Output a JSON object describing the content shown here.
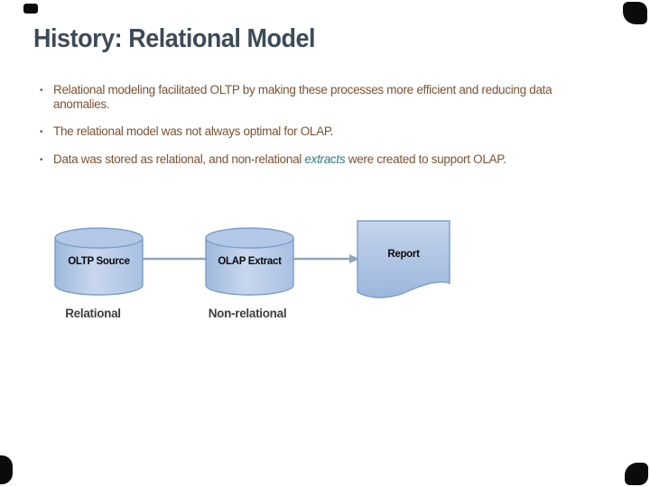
{
  "slide": {
    "title": "History: Relational Model",
    "bullet_glyph": "•",
    "bullets": [
      {
        "text": "Relational modeling facilitated OLTP by making these processes more efficient and reducing data anomalies."
      },
      {
        "text": "The relational model was not always optimal for OLAP."
      },
      {
        "before": "Data was stored as relational, and non-relational ",
        "emphasis": "extracts",
        "after": " were created to support OLAP."
      }
    ]
  },
  "diagram": {
    "nodes": [
      {
        "id": "oltp-source",
        "type": "cylinder",
        "label": "OLTP Source",
        "sublabel": "Relational"
      },
      {
        "id": "olap-extract",
        "type": "cylinder",
        "label": "OLAP Extract",
        "sublabel": "Non-relational"
      },
      {
        "id": "report",
        "type": "document",
        "label": "Report"
      }
    ],
    "edges": [
      {
        "from": "OLTP Source",
        "to": "OLAP Extract",
        "arrow": false
      },
      {
        "from": "OLAP Extract",
        "to": "Report",
        "arrow": true
      }
    ]
  },
  "colors": {
    "background": "#ffffff",
    "title_text": "#3d4a59",
    "body_text": "#7b5233",
    "emphasis_text": "#2f7d82",
    "shape_fill_light": "#c8d7ee",
    "shape_fill": "#b3c8e6",
    "shape_fill_dark": "#9db8dc",
    "shape_stroke": "#7b9dc9",
    "connector": "#8ea6bb",
    "node_label": "#0a0a0a",
    "sublabel": "#3e3e3e",
    "corner_ornament": "#0b0b0b"
  }
}
